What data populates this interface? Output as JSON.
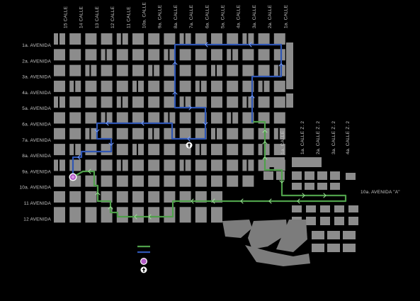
{
  "colors": {
    "background": "#000000",
    "block": "#8c8c8c",
    "label": "#c8c8c8",
    "route_green": "#4fa04a",
    "route_blue": "#2f56b4",
    "origin_marker": "#b05ac4",
    "destination_marker": "#ffffff"
  },
  "streets": {
    "calles": [
      "15 CALLE",
      "14 CALLE",
      "13 CALLE",
      "12 CALLE",
      "11 CALLE",
      "10a. CALLE",
      "9a. CALLE",
      "8a. CALLE",
      "7a. CALLE",
      "6a. CALLE",
      "5a. CALLE",
      "4a. CALLE",
      "3a. CALLE",
      "2a. CALLE",
      "1a. CALLE"
    ],
    "avenidas": [
      "1a. AVENIDA",
      "2a. AVENIDA",
      "3a. AVENIDA",
      "4a. AVENIDA",
      "5a. AVENIDA",
      "6a. AVENIDA",
      "7a. AVENIDA",
      "8a. AVENIDA",
      "9a. AVENIDA",
      "10a. AVENIDA",
      "11 AVENIDA",
      "12 AVENIDA"
    ],
    "zona2_calles": [
      "1a. CALLE",
      "1a. CALLE Z. 2",
      "2a. CALLE Z. 2",
      "3a. CALLE Z. 2",
      "4a. CALLE Z. 2"
    ],
    "avenida_a": "10a. AVENIDA \"A\""
  },
  "icons": {
    "origin": "circle-marker-icon",
    "destination": "church-cross-icon"
  },
  "legend": {
    "items": [
      {
        "icon": "green-line-icon",
        "color": "#4fa04a"
      },
      {
        "icon": "blue-line-icon",
        "color": "#2f56b4"
      },
      {
        "icon": "circle-marker-icon",
        "color": "#b05ac4"
      },
      {
        "icon": "church-cross-icon",
        "color": "#ffffff"
      }
    ]
  }
}
